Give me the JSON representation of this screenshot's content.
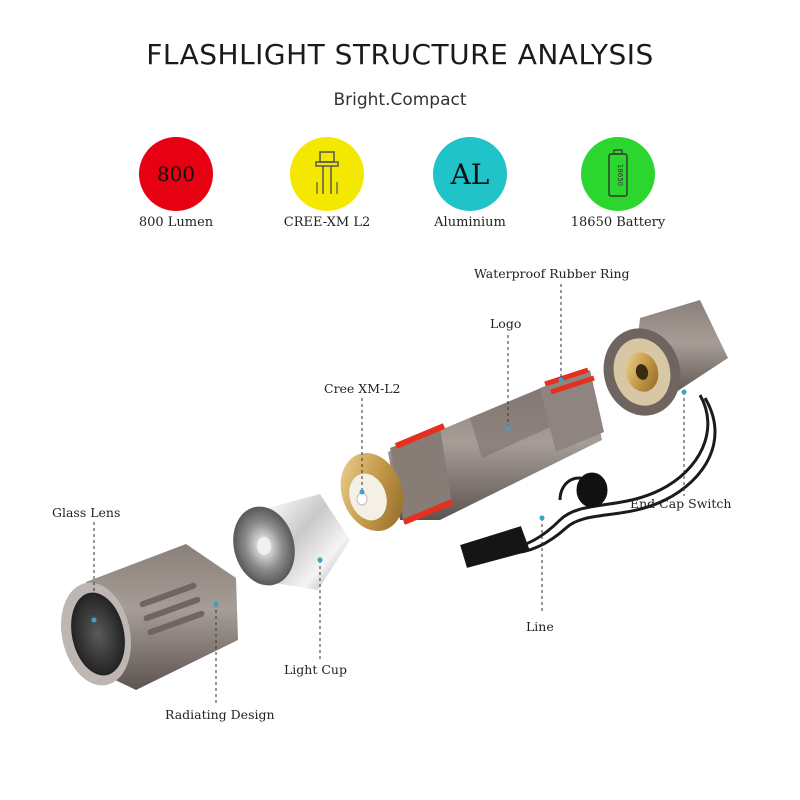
{
  "header": {
    "title": "FLASHLIGHT STRUCTURE ANALYSIS",
    "subtitle": "Bright.Compact"
  },
  "features": [
    {
      "icon": "lumen-badge-icon",
      "circle_text": "800",
      "label": "800 Lumen",
      "color": "#e60012"
    },
    {
      "icon": "led-chip-icon",
      "circle_text": "",
      "label": "CREE-XM L2",
      "color": "#f5e800"
    },
    {
      "icon": "aluminium-badge-icon",
      "circle_text": "AL",
      "label": "Aluminium",
      "color": "#1fc3c8"
    },
    {
      "icon": "battery-icon",
      "circle_text": "18650",
      "label": "18650 Battery",
      "color": "#2bd62f"
    }
  ],
  "callouts": {
    "waterproof_ring": "Waterproof Rubber Ring",
    "logo": "Logo",
    "cree_xm_l2": "Cree XM-L2",
    "glass_lens": "Glass Lens",
    "end_cap_switch": "End Cap Switch",
    "line": "Line",
    "light_cup": "Light Cup",
    "radiating_design": "Radiating Design"
  }
}
